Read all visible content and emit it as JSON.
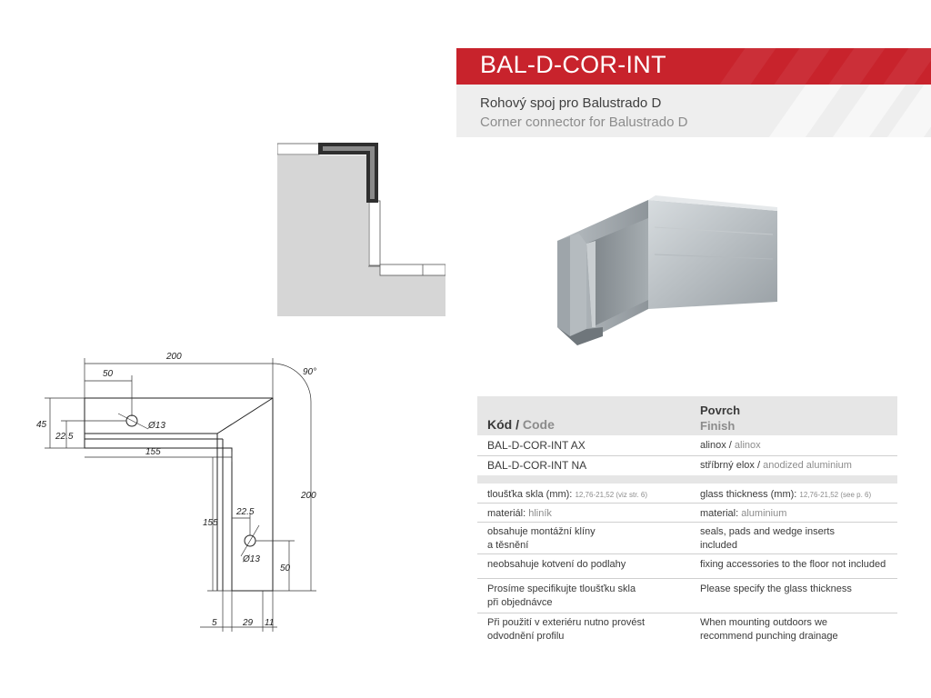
{
  "header": {
    "product_code": "BAL-D-COR-INT",
    "subtitle_cz": "Rohový spoj pro Balustrado D",
    "subtitle_en": "Corner connector for Balustrado D",
    "accent_color": "#c8232c"
  },
  "drawing": {
    "dim_200_top": "200",
    "dim_50": "50",
    "dim_90": "90°",
    "dim_45": "45",
    "dim_22_5_left": "22.5",
    "dim_155_horizontal": "155",
    "dim_d13_top": "Ø13",
    "dim_155_vertical": "155",
    "dim_22_5_mid": "22.5",
    "dim_d13_bottom": "Ø13",
    "dim_50_right": "50",
    "dim_200_right": "200",
    "dim_5": "5",
    "dim_29": "29",
    "dim_11": "11"
  },
  "table": {
    "code_label_cz": "Kód",
    "code_label_en": "Code",
    "finish_label_cz": "Povrch",
    "finish_label_en": "Finish",
    "products": [
      {
        "code": "BAL-D-COR-INT AX",
        "finish_cz": "alinox",
        "finish_en": "alinox"
      },
      {
        "code": "BAL-D-COR-INT NA",
        "finish_cz": "stříbrný elox",
        "finish_en": "anodized aluminium"
      }
    ],
    "glass_cz_label": "tloušťka skla (mm):",
    "glass_cz_value": "12,76-21,52 (viz str. 6)",
    "glass_en_label": "glass thickness (mm):",
    "glass_en_value": "12,76-21,52 (see p. 6)",
    "material_cz_label": "materiál:",
    "material_cz_value": "hliník",
    "material_en_label": "material:",
    "material_en_value": "aluminium",
    "contains_cz_line1": "obsahuje montážní klíny",
    "contains_cz_line2": "a těsnění",
    "contains_en_line1": "seals, pads and wedge inserts",
    "contains_en_line2": "included",
    "anchor_cz": "neobsahuje kotvení do podlahy",
    "anchor_en": "fixing accessories to the floor not included",
    "specify_cz_line1": "Prosíme specifikujte tloušťku skla",
    "specify_cz_line2": "při objednávce",
    "specify_en": "Please specify the glass thickness",
    "exterior_cz_line1": "Při použití v exteriéru nutno provést",
    "exterior_cz_line2": "odvodnění profilu",
    "exterior_en_line1": "When mounting outdoors we",
    "exterior_en_line2": "recommend punching drainage"
  }
}
